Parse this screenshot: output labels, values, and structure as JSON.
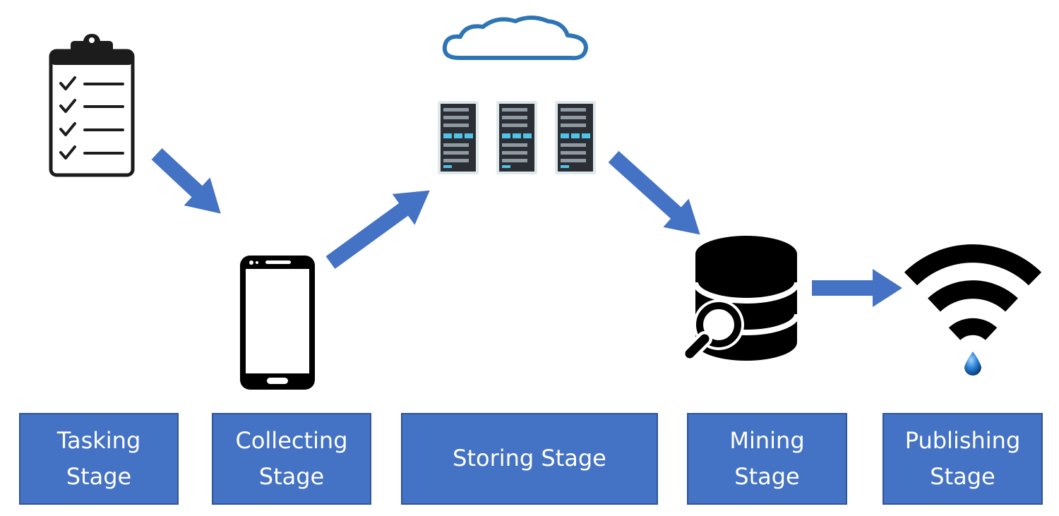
{
  "stages": [
    {
      "id": "tasking",
      "label": "Tasking\nStage",
      "icon": "clipboard-checklist-icon"
    },
    {
      "id": "collecting",
      "label": "Collecting\nStage",
      "icon": "smartphone-icon"
    },
    {
      "id": "storing",
      "label": "Storing Stage",
      "icon": "cloud-server-icon"
    },
    {
      "id": "mining",
      "label": "Mining\nStage",
      "icon": "database-search-icon"
    },
    {
      "id": "publishing",
      "label": "Publishing\nStage",
      "icon": "wifi-signal-icon"
    }
  ],
  "colors": {
    "box_fill": "#4472c4",
    "box_border": "#2f5597",
    "arrow_fill": "#4472c4",
    "cloud_stroke": "#2e75b6",
    "server_body": "#2b2f35",
    "server_led": "#4fc3e8",
    "icon_black": "#000000"
  }
}
